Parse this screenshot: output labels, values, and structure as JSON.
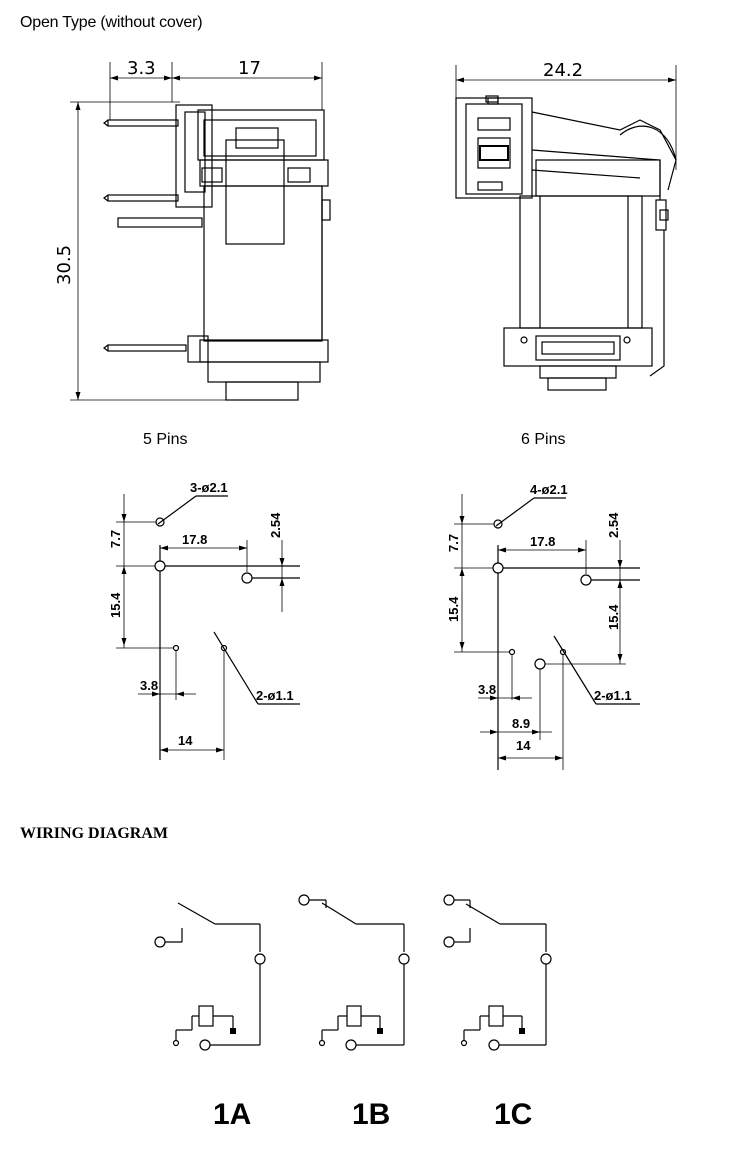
{
  "headings": {
    "open_type": "Open Type (without cover)",
    "wiring": "WIRING DIAGRAM"
  },
  "side_view": {
    "dim_width_left": "3.3",
    "dim_width_body": "17",
    "dim_height": "30.5"
  },
  "front_view": {
    "dim_width": "24.2"
  },
  "pins5": {
    "label": "5 Pins",
    "holes_large": "3-ø2.1",
    "holes_small": "2-ø1.1",
    "dim_7_7": "7.7",
    "dim_17_8": "17.8",
    "dim_2_54": "2.54",
    "dim_15_4": "15.4",
    "dim_3_8": "3.8",
    "dim_14": "14"
  },
  "pins6": {
    "label": "6 Pins",
    "holes_large": "4-ø2.1",
    "holes_small": "2-ø1.1",
    "dim_7_7": "7.7",
    "dim_17_8": "17.8",
    "dim_2_54": "2.54",
    "dim_15_4_left": "15.4",
    "dim_15_4_right": "15.4",
    "dim_3_8": "3.8",
    "dim_8_9": "8.9",
    "dim_14": "14"
  },
  "wiring": {
    "labels": [
      "1A",
      "1B",
      "1C"
    ]
  }
}
